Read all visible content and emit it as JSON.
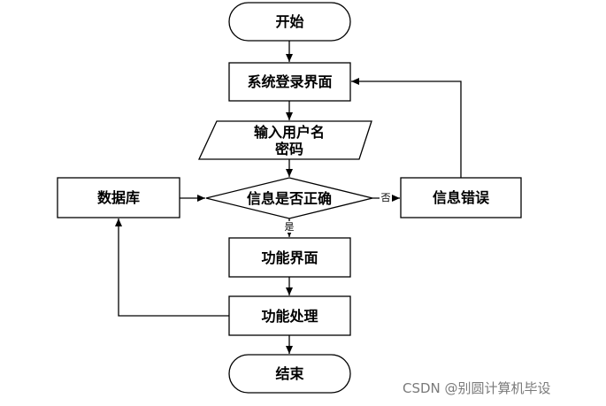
{
  "diagram": {
    "nodes": {
      "start": "开始",
      "login_screen": "系统登录界面",
      "input_line1": "输入用户名",
      "input_line2": "密码",
      "decision": "信息是否正确",
      "database": "数据库",
      "info_error": "信息错误",
      "function_screen": "功能界面",
      "function_process": "功能处理",
      "end": "结束"
    },
    "edge_labels": {
      "no": "否",
      "yes": "是"
    }
  },
  "watermark": "CSDN @别圆计算机毕设"
}
